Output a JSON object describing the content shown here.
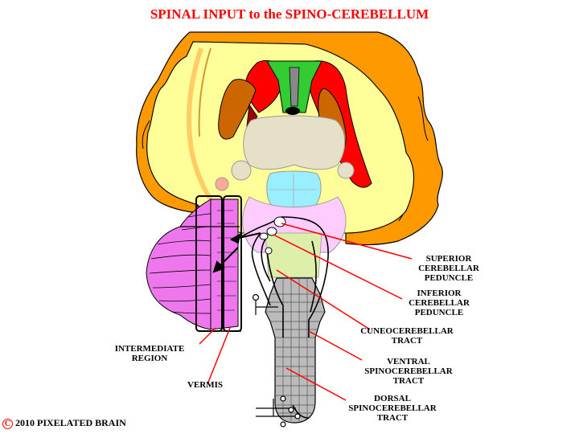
{
  "title": "SPINAL INPUT to the SPINO-CEREBELLUM",
  "labels": {
    "superior": [
      "SUPERIOR",
      "CEREBELLAR",
      "PEDUNCLE"
    ],
    "inferior": [
      "INFERIOR",
      "CEREBELLAR",
      "PEDUNCLE"
    ],
    "cuneo": [
      "CUNEOCEREBELLAR",
      "TRACT"
    ],
    "ventral": [
      "VENTRAL",
      "SPINOCEREBELLAR",
      "TRACT"
    ],
    "dorsal": [
      "DORSAL",
      "SPINOCEREBELLAR",
      "TRACT"
    ],
    "intermediate": [
      "INTERMEDIATE",
      "REGION"
    ],
    "vermis": "VERMIS"
  },
  "copyright": {
    "symbol": "C",
    "text": "2010  PIXELATED BRAIN"
  },
  "colors": {
    "title": "#ff0000",
    "cortex": "#ff9900",
    "white_matter": "#ffff99",
    "putamen": "#cc6600",
    "caudate": "#ff0000",
    "septum": "#33cc33",
    "thalamus": "#e6e0c8",
    "midbrain": "#99eeff",
    "cerebellum": "#ee77ee",
    "pons": "#ffccff",
    "spinal_cord": "#bbbbbb",
    "leader_lines": "#ff0000"
  }
}
